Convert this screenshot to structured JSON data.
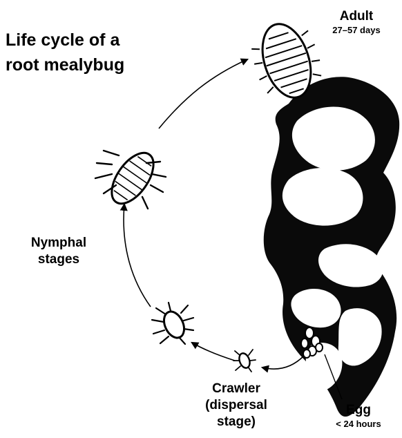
{
  "title": {
    "line1": "Life cycle of a",
    "line2": "root mealybug"
  },
  "stages": {
    "adult": {
      "name": "Adult",
      "duration": "27–57 days"
    },
    "nymph": {
      "line1": "Nymphal",
      "line2": "stages"
    },
    "crawler": {
      "line1": "Crawler",
      "line2": "(dispersal",
      "line3": "stage)"
    },
    "egg": {
      "name": "Egg",
      "duration": "< 24 hours"
    }
  },
  "colors": {
    "ink": "#000000",
    "background": "#ffffff"
  }
}
